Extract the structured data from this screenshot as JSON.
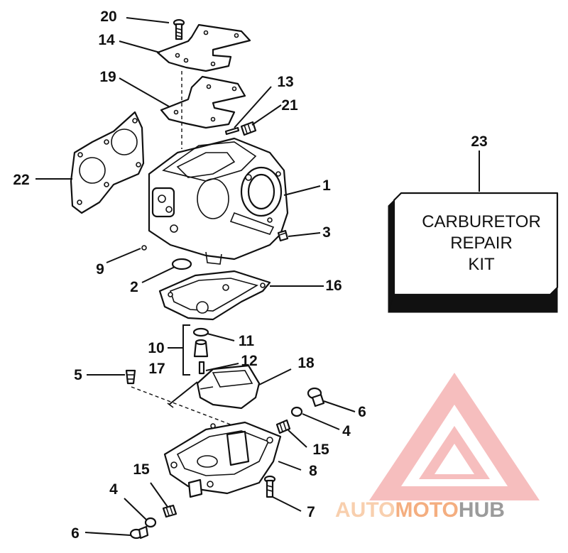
{
  "part_labels": [
    {
      "num": "20"
    },
    {
      "num": "14"
    },
    {
      "num": "19"
    },
    {
      "num": "13"
    },
    {
      "num": "21"
    },
    {
      "num": "22"
    },
    {
      "num": "1"
    },
    {
      "num": "3"
    },
    {
      "num": "9"
    },
    {
      "num": "2"
    },
    {
      "num": "16"
    },
    {
      "num": "11"
    },
    {
      "num": "10"
    },
    {
      "num": "12"
    },
    {
      "num": "5"
    },
    {
      "num": "17"
    },
    {
      "num": "18"
    },
    {
      "num": "6"
    },
    {
      "num": "4"
    },
    {
      "num": "15"
    },
    {
      "num": "8"
    },
    {
      "num": "15"
    },
    {
      "num": "4"
    },
    {
      "num": "7"
    },
    {
      "num": "6"
    },
    {
      "num": "23"
    }
  ],
  "repair_kit": {
    "line1": "CARBURETOR",
    "line2": "REPAIR",
    "line3": "KIT"
  },
  "watermark": {
    "text_part1": "AUTO",
    "text_part2": "MOTO",
    "text_part3": "HUB",
    "color_light": "#f7c7a0",
    "color_accent": "#f3a06a",
    "color_dark": "#8a8a8a",
    "logo_color": "#f08a8a"
  }
}
